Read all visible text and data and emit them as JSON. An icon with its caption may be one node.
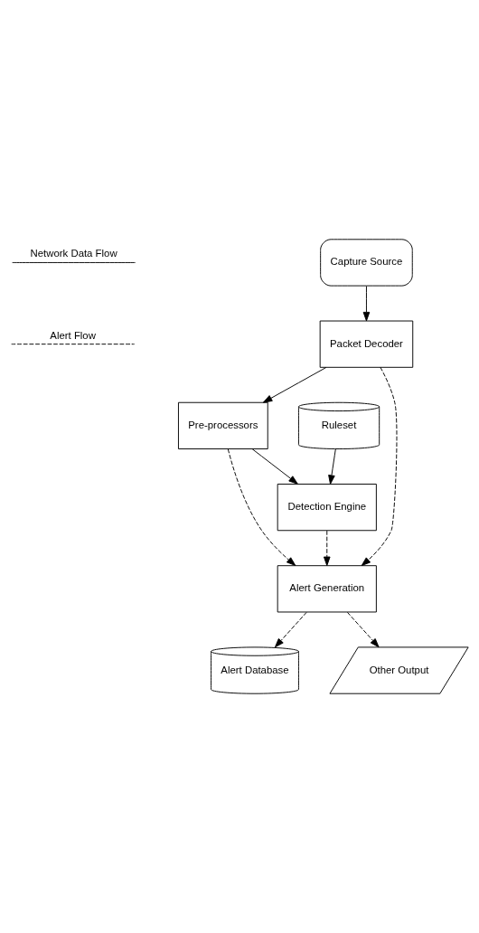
{
  "diagram": {
    "nodes": [
      {
        "text": [
          "Capture Source"
        ]
      },
      {
        "text": [
          "Packet Decoder"
        ]
      },
      {
        "text": [
          "Ruleset"
        ]
      },
      {
        "text": [
          "Pre-processors"
        ]
      },
      {
        "text": [
          "Detection Engine"
        ]
      },
      {
        "text": [
          "Alert Generation"
        ]
      },
      {
        "text": [
          "Alert Database"
        ]
      },
      {
        "text": [
          "Other Output"
        ]
      }
    ],
    "edges": [
      {
        "from": 0,
        "to": 1,
        "arrow": "to"
      },
      {
        "from": 1,
        "to": 3,
        "arrow": "to"
      },
      {
        "from": 1,
        "to": 5,
        "arrow": "to",
        "style": "dashed"
      },
      {
        "from": 2,
        "to": 4,
        "arrow": "to"
      },
      {
        "from": 3,
        "to": 4,
        "arrow": "to"
      },
      {
        "from": 3,
        "to": 5,
        "arrow": "to",
        "style": "dashed"
      },
      {
        "from": 4,
        "to": 5,
        "arrow": "to",
        "style": "dashed"
      },
      {
        "from": 5,
        "to": 6,
        "arrow": "to",
        "style": "dashed"
      },
      {
        "from": 5,
        "to": 7,
        "arrow": "to",
        "style": "dashed"
      }
    ],
    "legend": [
      {
        "text": "Network Data Flow"
      },
      {
        "text": "Alert Flow"
      }
    ]
  }
}
